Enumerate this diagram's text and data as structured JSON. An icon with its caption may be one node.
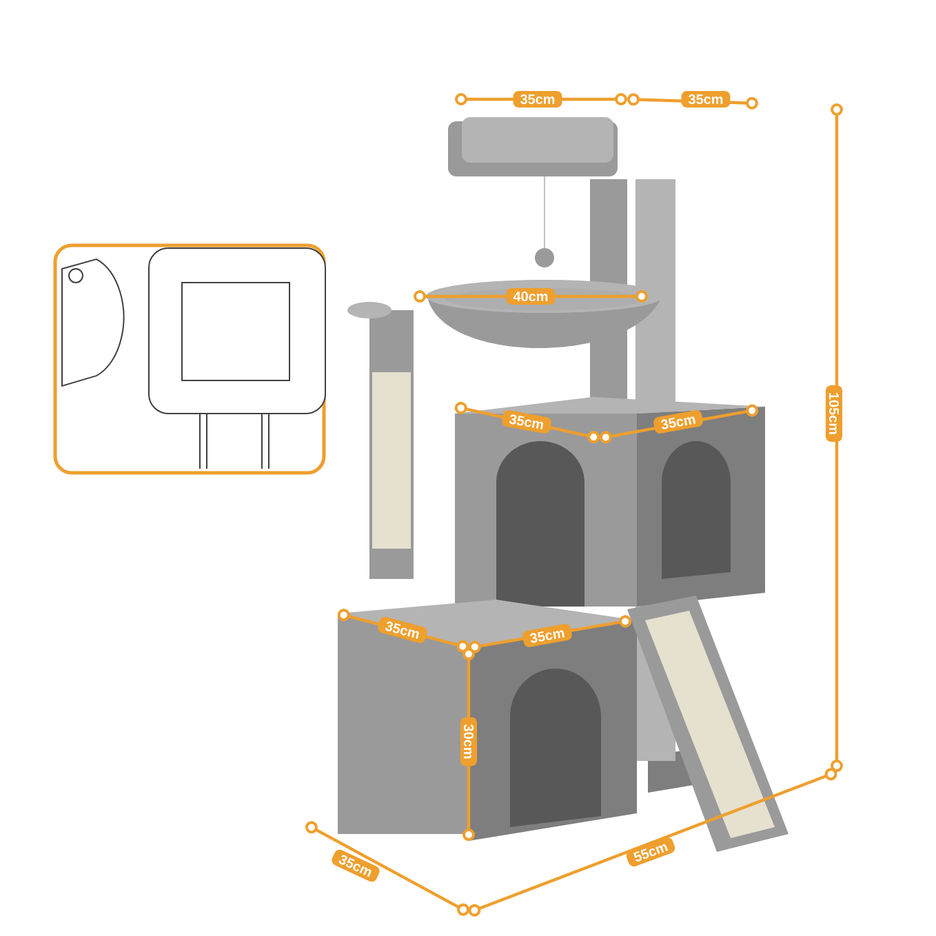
{
  "diagram": {
    "labels": [
      "35cm",
      "35cm",
      "105cm",
      "40cm",
      "35cm",
      "35cm",
      "35cm",
      "35cm",
      "30cm",
      "35cm",
      "55cm"
    ]
  }
}
